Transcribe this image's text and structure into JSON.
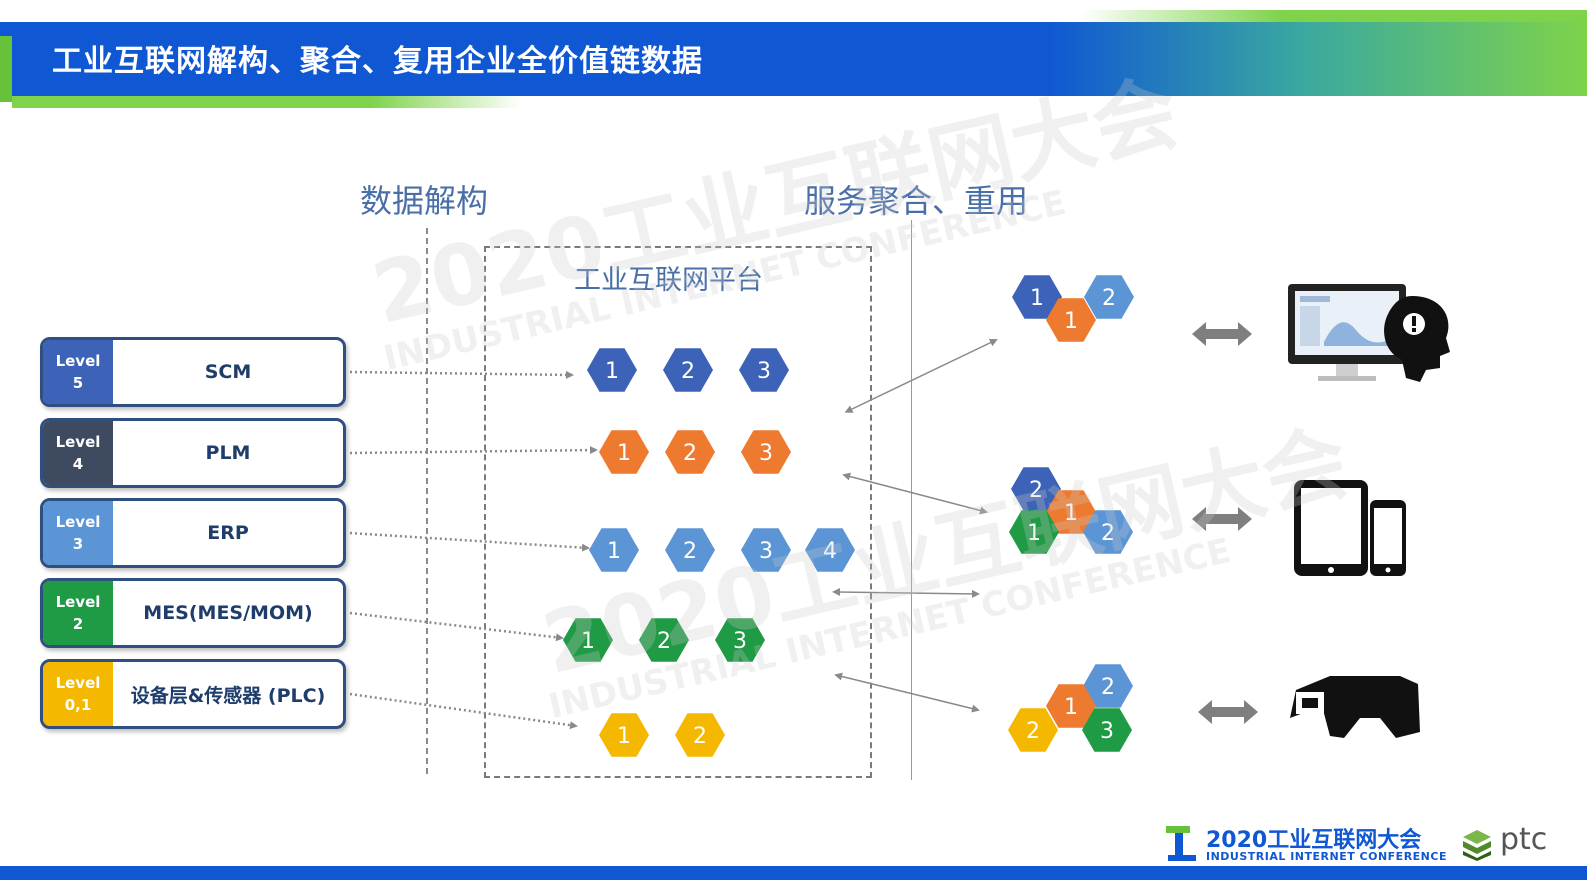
{
  "header": {
    "title": "工业互联网解构、聚合、复用企业全价值链数据"
  },
  "sections": {
    "deconstruct_label": "数据解构",
    "aggregate_label": "服务聚合、重用"
  },
  "platform": {
    "title": "工业互联网平台"
  },
  "levels": [
    {
      "badge_top": "Level",
      "badge_bottom": "5",
      "name": "SCM",
      "color": "#3d63b8"
    },
    {
      "badge_top": "Level",
      "badge_bottom": "4",
      "name": "PLM",
      "color": "#3e4a60"
    },
    {
      "badge_top": "Level",
      "badge_bottom": "3",
      "name": "ERP",
      "color": "#5b95d6"
    },
    {
      "badge_top": "Level",
      "badge_bottom": "2",
      "name": "MES(MES/MOM)",
      "color": "#1f9a45"
    },
    {
      "badge_top": "Level",
      "badge_bottom": "0,1",
      "name": "设备层&传感器 (PLC)",
      "color": "#f5b800"
    }
  ],
  "hex_rows": [
    {
      "color": "#3d63b8",
      "labels": [
        "1",
        "2",
        "3"
      ]
    },
    {
      "color": "#ee7a2f",
      "labels": [
        "1",
        "2",
        "3"
      ]
    },
    {
      "color": "#5b95d6",
      "labels": [
        "1",
        "2",
        "3",
        "4"
      ]
    },
    {
      "color": "#1f9a45",
      "labels": [
        "1",
        "2",
        "3"
      ]
    },
    {
      "color": "#f5b800",
      "labels": [
        "1",
        "2"
      ]
    }
  ],
  "clusters": [
    {
      "hexes": [
        {
          "label": "1",
          "color": "#3d63b8"
        },
        {
          "label": "2",
          "color": "#5b95d6"
        },
        {
          "label": "1",
          "color": "#ee7a2f"
        }
      ]
    },
    {
      "hexes": [
        {
          "label": "2",
          "color": "#3d63b8"
        },
        {
          "label": "1",
          "color": "#ee7a2f"
        },
        {
          "label": "1",
          "color": "#1f9a45"
        },
        {
          "label": "2",
          "color": "#5b95d6"
        }
      ]
    },
    {
      "hexes": [
        {
          "label": "2",
          "color": "#5b95d6"
        },
        {
          "label": "1",
          "color": "#ee7a2f"
        },
        {
          "label": "2",
          "color": "#f5b800"
        },
        {
          "label": "3",
          "color": "#1f9a45"
        }
      ]
    }
  ],
  "devices": [
    "monitor-with-idea-icon",
    "tablet-phone-icon",
    "ar-glasses-icon"
  ],
  "footer": {
    "logo_main": "2020工业互联网大会",
    "logo_sub": "INDUSTRIAL INTERNET CONFERENCE",
    "ptc": "ptc"
  }
}
